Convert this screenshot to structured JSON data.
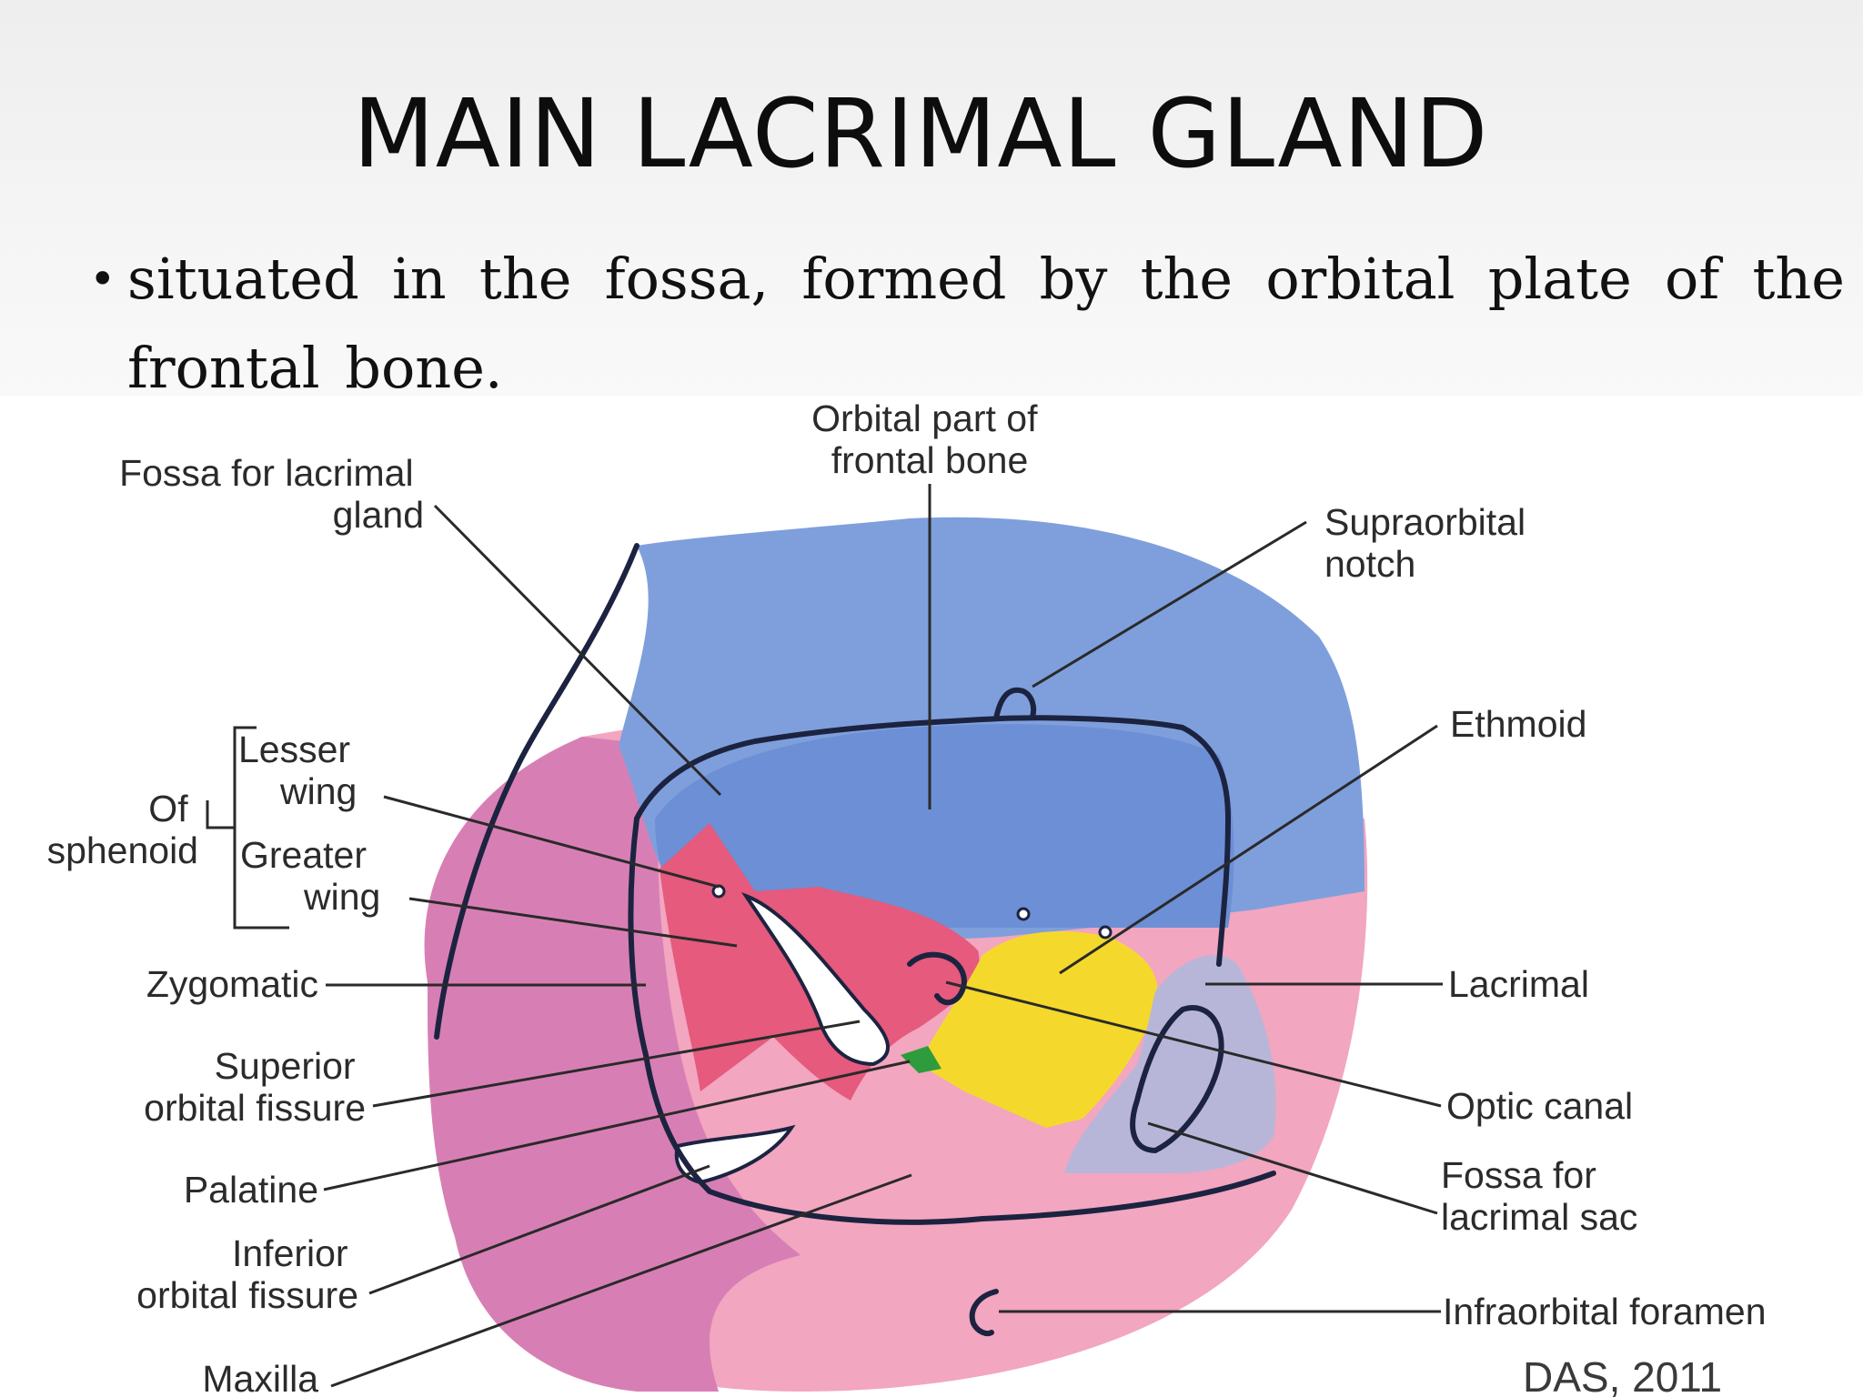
{
  "slide": {
    "title": "MAIN LACRIMAL GLAND",
    "bullet": "situated in the fossa, formed by the orbital plate of the frontal bone."
  },
  "figure": {
    "credit": "DAS, 2011",
    "labels": {
      "fossa_lacrimal_gland": [
        "Fossa for lacrimal",
        "gland"
      ],
      "orbital_part_frontal": [
        "Orbital part of",
        "frontal bone"
      ],
      "supraorbital_notch": [
        "Supraorbital",
        "notch"
      ],
      "ethmoid": "Ethmoid",
      "lesser_wing": [
        "Lesser",
        "wing"
      ],
      "of_sphenoid": [
        "Of",
        "sphenoid"
      ],
      "greater_wing": [
        "Greater",
        "wing"
      ],
      "zygomatic": "Zygomatic",
      "lacrimal": "Lacrimal",
      "superior_orbital_fissure": [
        "Superior",
        "orbital fissure"
      ],
      "optic_canal": "Optic canal",
      "palatine": "Palatine",
      "fossa_lacrimal_sac": [
        "Fossa for",
        "lacrimal sac"
      ],
      "inferior_orbital_fissure": [
        "Inferior",
        "orbital fissure"
      ],
      "infraorbital_foramen": "Infraorbital foramen",
      "maxilla": "Maxilla"
    },
    "colors": {
      "frontal": "#7f9fdc",
      "frontal_inner": "#6c8fd6",
      "zygomatic": "#d77fb5",
      "maxilla": "#f2a6c0",
      "greater_wing": "#e55a7d",
      "ethmoid": "#f4d92c",
      "lacrimal": "#b8b6d8",
      "palatine": "#2e9c3c",
      "outline": "#1c2340"
    }
  }
}
